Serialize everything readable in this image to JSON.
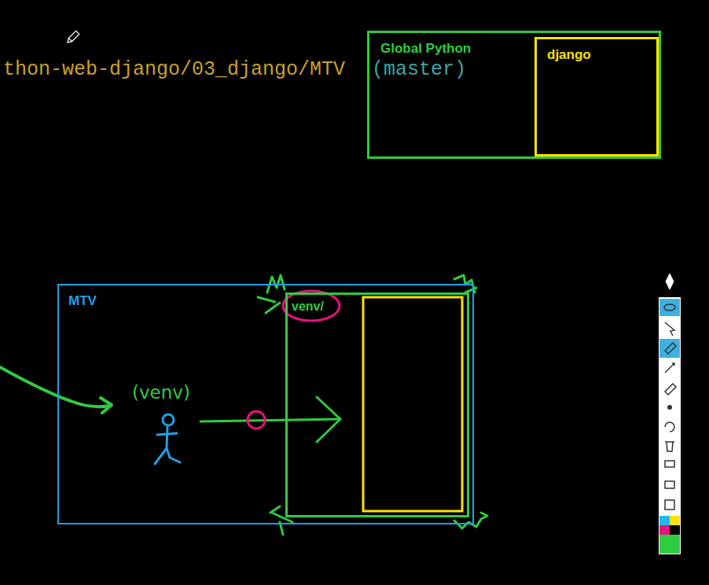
{
  "diagram": {
    "nodes": [
      {
        "text": [
          "Global Python"
        ]
      },
      {
        "text": [
          "django"
        ],
        "in": 0
      },
      {
        "text": [
          "MTV"
        ]
      },
      {
        "text": [
          "venv/"
        ],
        "in": 2
      }
    ],
    "labels": [
      "thon-web-django/03_django/MTV",
      "(master)",
      "(venv)"
    ]
  }
}
